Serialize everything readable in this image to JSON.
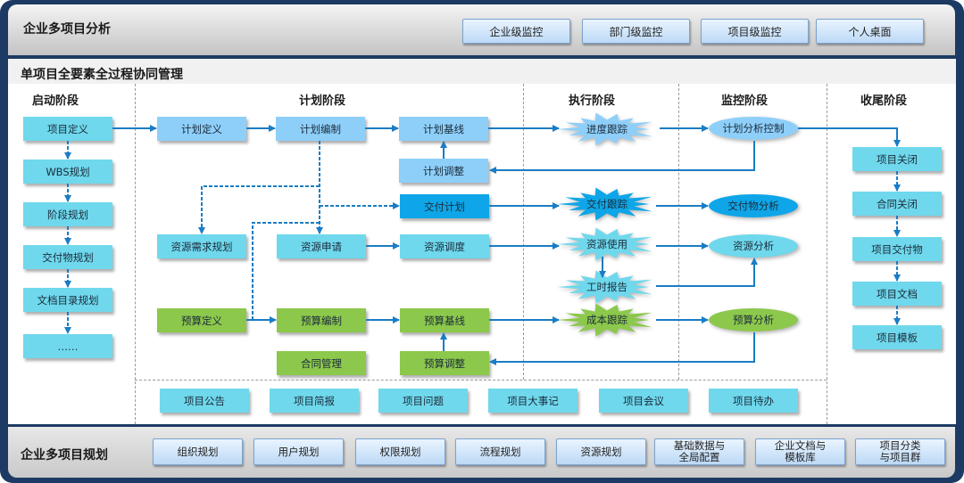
{
  "header": {
    "title": "企业多项目分析",
    "nav_buttons": [
      "企业级监控",
      "部门级监控",
      "项目级监控",
      "个人桌面"
    ]
  },
  "main": {
    "title": "单项目全要素全过程协同管理",
    "stages": [
      "启动阶段",
      "计划阶段",
      "执行阶段",
      "监控阶段",
      "收尾阶段"
    ],
    "start_items": [
      "项目定义",
      "WBS规划",
      "阶段规划",
      "交付物规划",
      "文档目录规划",
      "……"
    ],
    "plan": {
      "plan_define": "计划定义",
      "plan_compile": "计划编制",
      "plan_baseline": "计划基线",
      "plan_adjust": "计划调整",
      "delivery_plan": "交付计划",
      "resource_demand": "资源需求规划",
      "resource_apply": "资源申请",
      "resource_dispatch": "资源调度",
      "budget_define": "预算定义",
      "budget_compile": "预算编制",
      "budget_baseline": "预算基线",
      "contract_manage": "合同管理",
      "budget_adjust": "预算调整"
    },
    "execute": {
      "progress_track": "进度跟踪",
      "delivery_track": "交付跟踪",
      "resource_use": "资源使用",
      "time_report": "工时报告",
      "cost_track": "成本跟踪"
    },
    "monitor": {
      "plan_analysis": "计划分析控制",
      "deliverable_analysis": "交付物分析",
      "resource_analysis": "资源分析",
      "budget_analysis": "预算分析"
    },
    "close_items": [
      "项目关闭",
      "合同关闭",
      "项目交付物",
      "项目文档",
      "项目模板"
    ],
    "collab_items": [
      "项目公告",
      "项目简报",
      "项目问题",
      "项目大事记",
      "项目会议",
      "项目待办"
    ]
  },
  "footer": {
    "title": "企业多项目规划",
    "buttons": [
      "组织规划",
      "用户规划",
      "权限规划",
      "流程规划",
      "资源规划",
      "基础数据与\n全局配置",
      "企业文档与\n模板库",
      "项目分类\n与项目群"
    ]
  },
  "colors": {
    "frame": "#1c3a63",
    "cyan_box": "#6fd8ec",
    "light_blue_box": "#8ecff9",
    "deep_blue_box": "#0ea6e8",
    "green_box": "#8cc84b",
    "arrow": "#1a7cc4"
  }
}
